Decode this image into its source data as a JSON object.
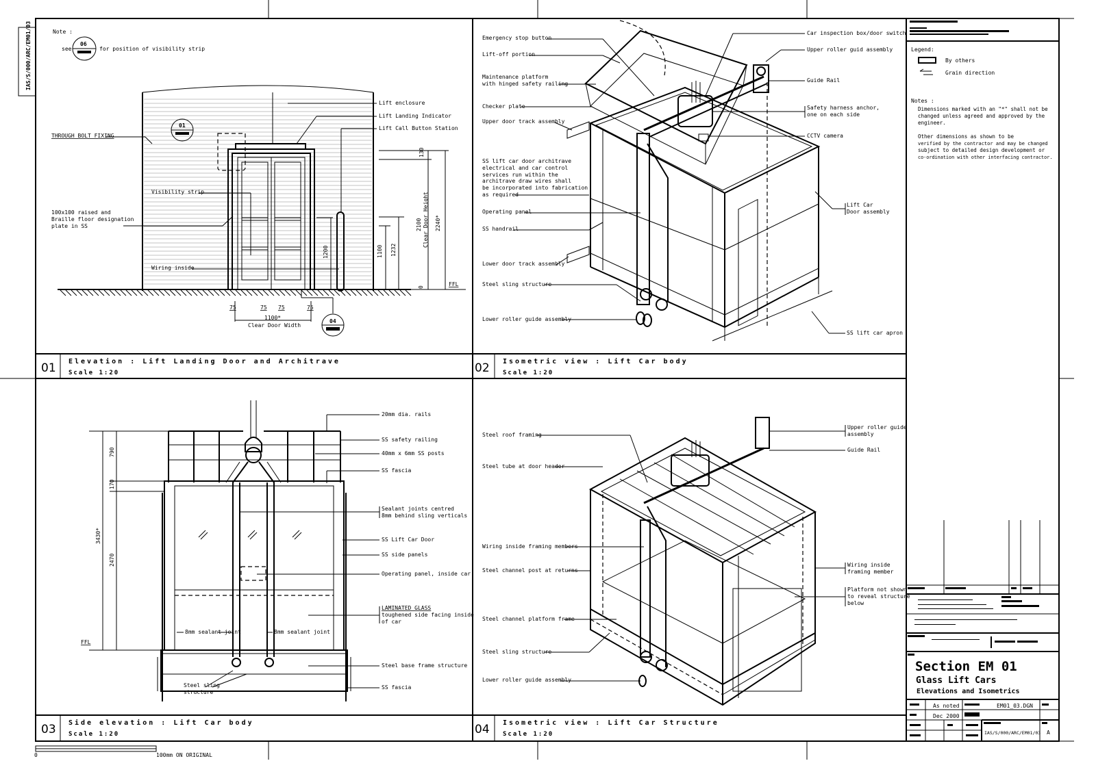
{
  "sheet": {
    "drawing_number": "IAS/S/000/ARC/EM01/03",
    "scale_bar_zero": "0",
    "scale_bar_label": "100mm ON ORIGINAL"
  },
  "panels": [
    {
      "number": "01",
      "title": "Elevation : Lift Landing Door and Architrave",
      "scale": "Scale 1:20"
    },
    {
      "number": "02",
      "title": "Isometric view : Lift Car body",
      "scale": "Scale 1:20"
    },
    {
      "number": "03",
      "title": "Side elevation : Lift Car body",
      "scale": "Scale 1:20"
    },
    {
      "number": "04",
      "title": "Isometric view : Lift Car Structure",
      "scale": "Scale 1:20"
    }
  ],
  "panel01": {
    "note_heading": "Note :",
    "note_see": "see",
    "note_ref": "06",
    "note_text": "for position of visibility strip",
    "detail_ref_01": "01",
    "detail_ref_04": "04",
    "labels": [
      "Lift enclosure",
      "Lift Landing Indicator",
      "Lift Call Button Station",
      "THROUGH BOLT FIXING",
      "Visibility strip",
      "100x100 raised and",
      "Braille floor designation",
      "plate in SS",
      "Wiring inside"
    ],
    "dimensions": [
      "130",
      "2100",
      "Clear Door Height",
      "2240*",
      "1200",
      "1100",
      "1232",
      "0",
      "FFL",
      "75",
      "75",
      "75",
      "75",
      "1100*",
      "Clear Door Width"
    ]
  },
  "panel02": {
    "labels_left": [
      "Emergency stop button",
      "Lift-off portion",
      "Maintenance platform",
      "with hinged safety railing",
      "Checker plate",
      "Upper door track assembly",
      "SS lift car door architrave",
      "electrical and car control",
      "services run within the",
      "architrave draw wires shall",
      "be incorporated into fabrication",
      "as required",
      "Operating panel",
      "SS handrail",
      "Lower door track assembly",
      "Steel sling structure",
      "Lower roller guide assembly"
    ],
    "labels_right": [
      "Car inspection box/door switch",
      "Upper roller guid assembly",
      "Guide Rail",
      "Safety harness anchor,",
      "one on each side",
      "CCTV camera",
      "Lift Car",
      "Door assembly",
      "SS lift car apron"
    ]
  },
  "panel03": {
    "labels": [
      "20mm dia. rails",
      "SS safety railing",
      "40mm x 6mm SS posts",
      "SS fascia",
      "Sealant joints centred",
      "8mm behind sling verticals",
      "SS Lift Car Door",
      "SS side panels",
      "Operating panel, inside car",
      "LAMINATED GLASS",
      "toughened side facing inside",
      "of car",
      "Steel base frame structure",
      "SS fascia",
      "8mm sealant joint",
      "8mm sealant joint",
      "Steel sling",
      "structure"
    ],
    "dimensions": [
      "790",
      "170",
      "3430*",
      "2470",
      "FFL"
    ]
  },
  "panel04": {
    "labels_left": [
      "Steel roof framing",
      "Steel tube at door header",
      "Wiring inside framing members",
      "Steel channel post at returns",
      "Steel channel platform frame",
      "Steel sling structure",
      "Lower roller guide assembly"
    ],
    "labels_right": [
      "Upper roller guide",
      "assembly",
      "Guide Rail",
      "Wiring inside",
      "framing member",
      "Platform not shown",
      "to reveal structure",
      "below"
    ]
  },
  "title_block": {
    "legend_heading": "Legend:",
    "legend_items": [
      {
        "icon": "rectangle-icon",
        "label": "By others"
      },
      {
        "icon": "grain-arrow-icon",
        "label": "Grain direction"
      }
    ],
    "notes_heading": "Notes :",
    "notes": [
      "Dimensions marked with an \"*\" shall not be",
      "changed unless agreed and approved by the",
      "engineer.",
      "Other dimensions as shown to be",
      "verified by the contractor and may be changed",
      "subject to detailed design development or",
      "co-ordination with other interfacing contractor."
    ],
    "section_title": "Section EM 01",
    "subtitle": "Glass Lift Cars",
    "subtitle2": "Elevations and Isometrics",
    "scale_value": "As noted",
    "date_value": "Dec 2000",
    "file_name": "EM01_03.DGN",
    "drawing_number": "IAS/S/000/ARC/EM01/03",
    "revision": "A"
  }
}
